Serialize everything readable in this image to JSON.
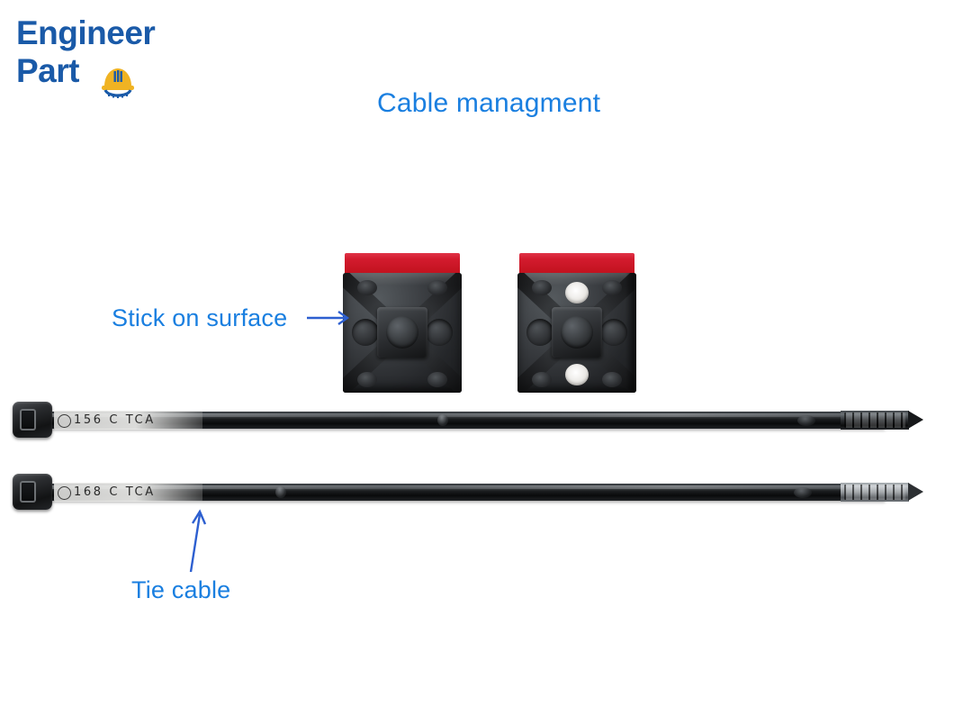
{
  "brand": {
    "logo_line1": "Engineer",
    "logo_line2": "Part",
    "logo_icon": "hard-hat-icon",
    "logo_color": "#1a5aa8",
    "hat_color": "#f0b323",
    "hat_accent_color": "#1a5aa8"
  },
  "headline": {
    "text": "Cable managment",
    "color": "#1a7fe0"
  },
  "annotations": [
    {
      "id": "stick-on-surface",
      "label": "Stick on surface",
      "arrow": "arrow-right",
      "color": "#1a7fe0",
      "points_to": "adhesive-mount-left"
    },
    {
      "id": "tie-cable",
      "label": "Tie cable",
      "arrow": "arrow-up",
      "color": "#1a7fe0",
      "points_to": "cable-tie-2"
    }
  ],
  "products": {
    "adhesive_mounts": [
      {
        "id": "adhesive-mount-left",
        "base_color": "#25272a",
        "adhesive_color": "#c2121f",
        "has_screw_holes": false
      },
      {
        "id": "adhesive-mount-right",
        "base_color": "#25272a",
        "adhesive_color": "#c2121f",
        "has_screw_holes": true
      }
    ],
    "cable_ties": [
      {
        "id": "cable-tie-1",
        "marking": "156 C TCA",
        "color": "#0b0c0d",
        "tail_style": "dark"
      },
      {
        "id": "cable-tie-2",
        "marking": "168 C TCA",
        "color": "#0b0c0d",
        "tail_style": "pale"
      }
    ]
  },
  "background_color": "#ffffff"
}
